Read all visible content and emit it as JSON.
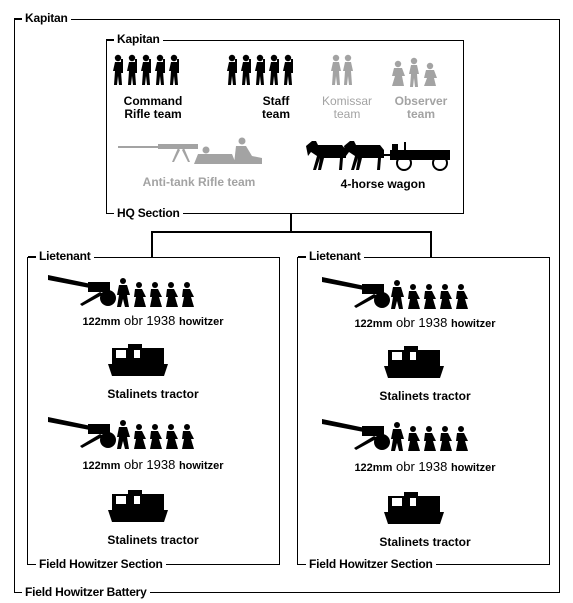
{
  "battery": {
    "commander": "Kapitan",
    "title": "Field Howitzer Battery"
  },
  "hq": {
    "commander": "Kapitan",
    "title": "HQ Section",
    "teams": [
      {
        "label_lines": [
          "Command",
          "Rifle team"
        ],
        "status": "active"
      },
      {
        "label_lines": [
          "Staff",
          "team"
        ],
        "status": "active"
      },
      {
        "label_lines": [
          "Komissar",
          "team"
        ],
        "status": "optional"
      },
      {
        "label_lines": [
          "Observer",
          "team"
        ],
        "status": "optional"
      }
    ],
    "antitank": {
      "label": "Anti-tank Rifle team",
      "status": "optional"
    },
    "wagon": {
      "label": "4-horse wagon",
      "status": "active"
    }
  },
  "sections": [
    {
      "commander": "Lietenant",
      "title": "Field Howitzer Section",
      "units": [
        {
          "type": "howitzer",
          "caliber": "122mm",
          "model": "obr 1938",
          "kind": "howitzer"
        },
        {
          "type": "tractor",
          "label": "Stalinets tractor"
        },
        {
          "type": "howitzer",
          "caliber": "122mm",
          "model": "obr 1938",
          "kind": "howitzer"
        },
        {
          "type": "tractor",
          "label": "Stalinets tractor"
        }
      ]
    },
    {
      "commander": "Lietenant",
      "title": "Field Howitzer Section",
      "units": [
        {
          "type": "howitzer",
          "caliber": "122mm",
          "model": "obr 1938",
          "kind": "howitzer"
        },
        {
          "type": "tractor",
          "label": "Stalinets tractor"
        },
        {
          "type": "howitzer",
          "caliber": "122mm",
          "model": "obr 1938",
          "kind": "howitzer"
        },
        {
          "type": "tractor",
          "label": "Stalinets tractor"
        }
      ]
    }
  ],
  "icons": [
    "infantry-team-icon",
    "howitzer-icon",
    "tractor-icon",
    "horse-wagon-icon",
    "antitank-rifle-icon"
  ],
  "colors": {
    "active": "#000000",
    "optional": "#a3a3a3"
  }
}
